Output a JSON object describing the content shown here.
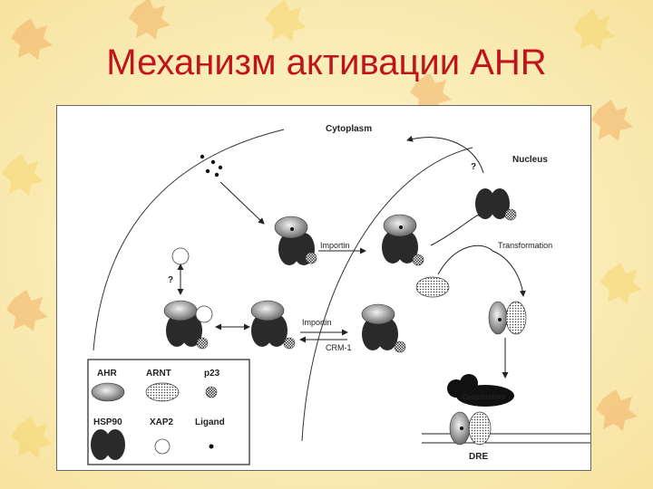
{
  "slide": {
    "title": "Механизм активации AHR"
  },
  "diagram": {
    "cytoplasm_label": "Cytoplasm",
    "nucleus_label": "Nucleus",
    "question_top": "?",
    "question_left": "?",
    "importin_label_top": "Importin",
    "importin_label_mid": "Importin",
    "crm1_label": "CRM-1",
    "transformation_label": "Transformation",
    "coactivators_label": "Coactivators",
    "dre_label": "DRE"
  },
  "legend": {
    "items": [
      {
        "label": "AHR",
        "icon": "ahr-shape"
      },
      {
        "label": "ARNT",
        "icon": "arnt-shape"
      },
      {
        "label": "p23",
        "icon": "p23-shape"
      },
      {
        "label": "HSP90",
        "icon": "hsp90-shape"
      },
      {
        "label": "XAP2",
        "icon": "xap2-shape"
      },
      {
        "label": "Ligand",
        "icon": "ligand-shape"
      }
    ]
  },
  "colors": {
    "title": "#c0141c",
    "background": "#fbf0b0",
    "leaf_orange": "#f2b066",
    "leaf_yellow": "#f6d66e"
  }
}
